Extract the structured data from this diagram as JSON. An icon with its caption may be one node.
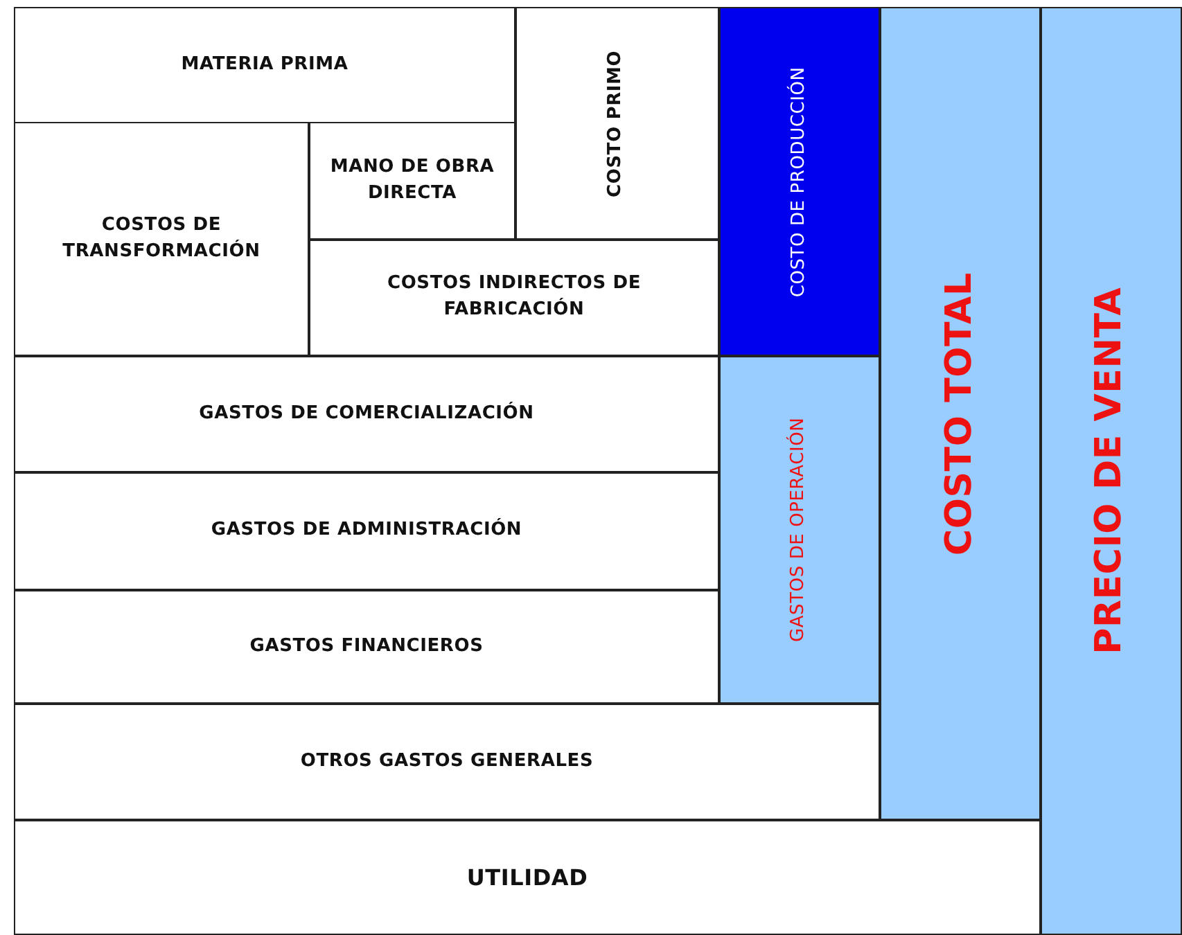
{
  "diagram": {
    "nodes": [
      {
        "text": [
          "MATERIA PRIMA"
        ]
      },
      {
        "text": [
          "COSTO PRIMO"
        ]
      },
      {
        "text": [
          "COSTO DE PRODUCCIÓN"
        ]
      },
      {
        "text": [
          "COSTO TOTAL"
        ]
      },
      {
        "text": [
          "PRECIO DE VENTA"
        ]
      },
      {
        "text": [
          "COSTOS DE TRANSFORMACIÓN"
        ]
      },
      {
        "text": [
          "MANO DE OBRA DIRECTA"
        ]
      },
      {
        "text": [
          "COSTOS INDIRECTOS DE FABRICACIÓN"
        ]
      },
      {
        "text": [
          "GASTOS DE COMERCIALIZACIÓN"
        ]
      },
      {
        "text": [
          "GASTOS DE OPERACIÓN"
        ]
      },
      {
        "text": [
          "GASTOS DE ADMINISTRACIÓN"
        ]
      },
      {
        "text": [
          "GASTOS FINANCIEROS"
        ]
      },
      {
        "text": [
          "OTROS GASTOS GENERALES"
        ]
      },
      {
        "text": [
          "UTILIDAD"
        ]
      }
    ]
  }
}
